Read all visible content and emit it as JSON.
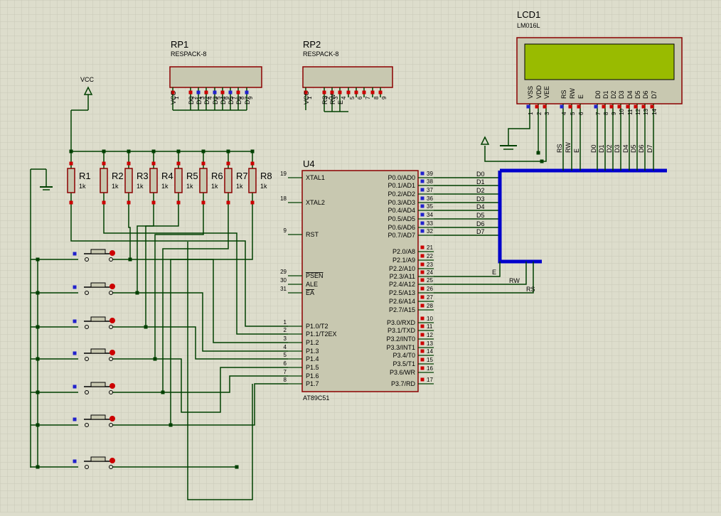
{
  "colors": {
    "background": "#ddddcc",
    "grid": "#c9c9b8",
    "wire": "#004000",
    "bus": "#0000cc",
    "component_outline": "#8b0000",
    "component_fill": "#c8c8b0",
    "pin_red": "#cc0000",
    "pin_blue": "#2222cc",
    "lcd_screen": "#99bb00"
  },
  "vcc": {
    "label": "VCC"
  },
  "rp1": {
    "ref": "RP1",
    "value": "RESPACK-8",
    "pins": [
      {
        "label": "VCC",
        "num": "1"
      },
      {
        "label": "D0",
        "num": "2"
      },
      {
        "label": "D1",
        "num": "3"
      },
      {
        "label": "D2",
        "num": "4"
      },
      {
        "label": "D3",
        "num": "5"
      },
      {
        "label": "D4",
        "num": "6"
      },
      {
        "label": "D5",
        "num": "7"
      },
      {
        "label": "D6",
        "num": "8"
      },
      {
        "label": "D7",
        "num": "9"
      }
    ]
  },
  "rp2": {
    "ref": "RP2",
    "value": "RESPACK-8",
    "pins": [
      {
        "label": "VCC",
        "num": "1"
      },
      {
        "label": "RS",
        "num": "2"
      },
      {
        "label": "RW",
        "num": "3"
      },
      {
        "label": "E",
        "num": "4"
      },
      {
        "label": "",
        "num": "5"
      },
      {
        "label": "",
        "num": "6"
      },
      {
        "label": "",
        "num": "7"
      },
      {
        "label": "",
        "num": "8"
      },
      {
        "label": "",
        "num": "9"
      }
    ]
  },
  "lcd": {
    "ref": "LCD1",
    "value": "LM016L",
    "pins": [
      {
        "label": "VSS",
        "num": "1"
      },
      {
        "label": "VDD",
        "num": "2"
      },
      {
        "label": "VEE",
        "num": "3"
      },
      {
        "label": "RS",
        "num": "4"
      },
      {
        "label": "RW",
        "num": "5"
      },
      {
        "label": "E",
        "num": "6"
      },
      {
        "label": "D0",
        "num": "7"
      },
      {
        "label": "D1",
        "num": "8"
      },
      {
        "label": "D2",
        "num": "9"
      },
      {
        "label": "D3",
        "num": "10"
      },
      {
        "label": "D4",
        "num": "11"
      },
      {
        "label": "D5",
        "num": "12"
      },
      {
        "label": "D6",
        "num": "13"
      },
      {
        "label": "D7",
        "num": "14"
      }
    ],
    "wire_labels": [
      "RS",
      "RW",
      "E",
      "D0",
      "D1",
      "D2",
      "D3",
      "D4",
      "D5",
      "D6",
      "D7"
    ]
  },
  "resistors": [
    {
      "ref": "R1",
      "value": "1k"
    },
    {
      "ref": "R2",
      "value": "1k"
    },
    {
      "ref": "R3",
      "value": "1k"
    },
    {
      "ref": "R4",
      "value": "1k"
    },
    {
      "ref": "R5",
      "value": "1k"
    },
    {
      "ref": "R6",
      "value": "1k"
    },
    {
      "ref": "R7",
      "value": "1k"
    },
    {
      "ref": "R8",
      "value": "1k"
    }
  ],
  "buttons_count": 7,
  "mcu": {
    "ref": "U4",
    "part": "AT89C51",
    "left_pins": [
      {
        "label": "XTAL1",
        "num": "19",
        "overline": false
      },
      {
        "label": "XTAL2",
        "num": "18",
        "overline": false
      },
      {
        "label": "RST",
        "num": "9",
        "overline": false
      },
      {
        "label": "PSEN",
        "num": "29",
        "overline": true
      },
      {
        "label": "ALE",
        "num": "30",
        "overline": false
      },
      {
        "label": "EA",
        "num": "31",
        "overline": true
      },
      {
        "label": "P1.0/T2",
        "num": "1",
        "overline": false
      },
      {
        "label": "P1.1/T2EX",
        "num": "2",
        "overline": false
      },
      {
        "label": "P1.2",
        "num": "3",
        "overline": false
      },
      {
        "label": "P1.3",
        "num": "4",
        "overline": false
      },
      {
        "label": "P1.4",
        "num": "5",
        "overline": false
      },
      {
        "label": "P1.5",
        "num": "6",
        "overline": false
      },
      {
        "label": "P1.6",
        "num": "7",
        "overline": false
      },
      {
        "label": "P1.7",
        "num": "8",
        "overline": false
      }
    ],
    "right_pins": [
      {
        "label": "P0.0/AD0",
        "num": "39",
        "net": "D0"
      },
      {
        "label": "P0.1/AD1",
        "num": "38",
        "net": "D1"
      },
      {
        "label": "P0.2/AD2",
        "num": "37",
        "net": "D2"
      },
      {
        "label": "P0.3/AD3",
        "num": "36",
        "net": "D3"
      },
      {
        "label": "P0.4/AD4",
        "num": "35",
        "net": "D4"
      },
      {
        "label": "P0.5/AD5",
        "num": "34",
        "net": "D5"
      },
      {
        "label": "P0.6/AD6",
        "num": "33",
        "net": "D6"
      },
      {
        "label": "P0.7/AD7",
        "num": "32",
        "net": "D7"
      },
      {
        "label": "P2.0/A8",
        "num": "21",
        "net": ""
      },
      {
        "label": "P2.1/A9",
        "num": "22",
        "net": ""
      },
      {
        "label": "P2.2/A10",
        "num": "23",
        "net": ""
      },
      {
        "label": "P2.3/A11",
        "num": "24",
        "net": "E"
      },
      {
        "label": "P2.4/A12",
        "num": "25",
        "net": "RW"
      },
      {
        "label": "P2.5/A13",
        "num": "26",
        "net": "RS"
      },
      {
        "label": "P2.6/A14",
        "num": "27",
        "net": ""
      },
      {
        "label": "P2.7/A15",
        "num": "28",
        "net": ""
      },
      {
        "label": "P3.0/RXD",
        "num": "10",
        "net": ""
      },
      {
        "label": "P3.1/TXD",
        "num": "11",
        "net": ""
      },
      {
        "label": "P3.2/INT0",
        "num": "12",
        "net": ""
      },
      {
        "label": "P3.3/INT1",
        "num": "13",
        "net": ""
      },
      {
        "label": "P3.4/T0",
        "num": "14",
        "net": ""
      },
      {
        "label": "P3.5/T1",
        "num": "15",
        "net": ""
      },
      {
        "label": "P3.6/WR",
        "num": "16",
        "net": ""
      },
      {
        "label": "P3.7/RD",
        "num": "17",
        "net": ""
      }
    ]
  }
}
